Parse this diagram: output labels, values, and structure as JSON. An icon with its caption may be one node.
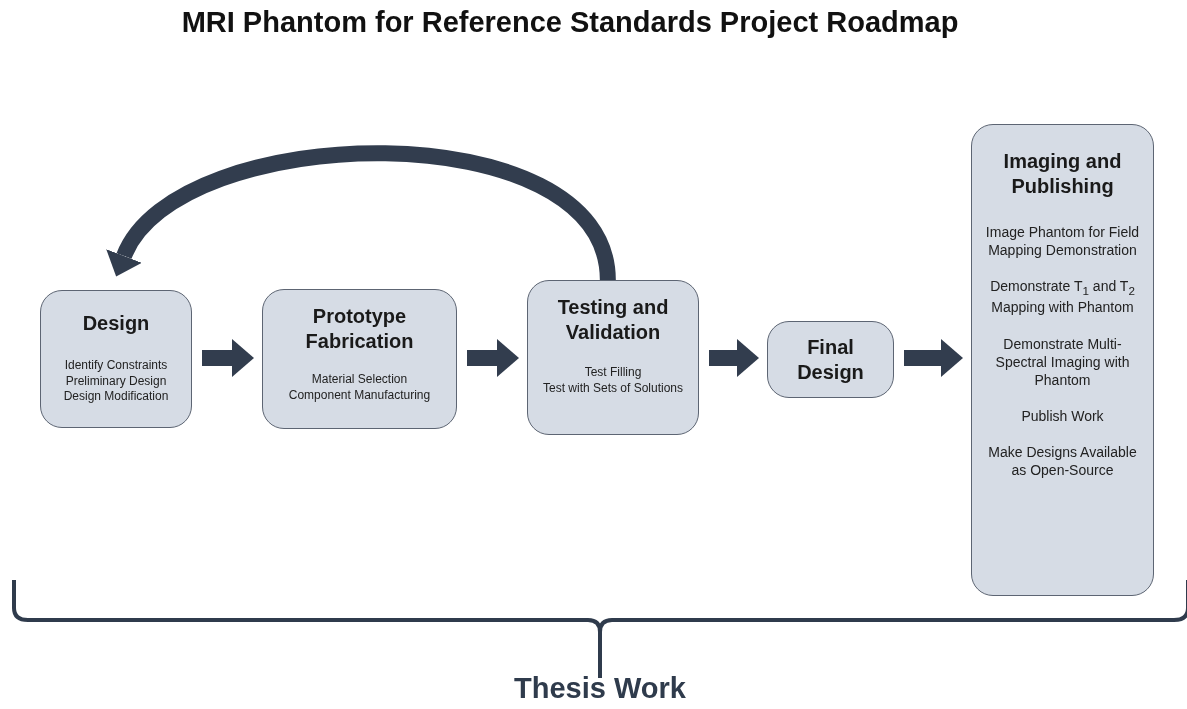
{
  "diagram": {
    "title": "MRI Phantom for Reference Standards Project Roadmap",
    "nodes": [
      {
        "text": [
          "Design",
          "Identify Constraints",
          "Preliminary Design",
          "Design Modification"
        ]
      },
      {
        "text": [
          "Prototype Fabrication",
          "Material Selection",
          "Component Manufacturing"
        ]
      },
      {
        "text": [
          "Testing and Validation",
          "Test Filling",
          "Test with Sets of Solutions"
        ]
      },
      {
        "text": [
          "Final Design"
        ]
      },
      {
        "text": [
          "Imaging and Publishing",
          "Image Phantom for Field Mapping Demonstration",
          "Demonstrate T$_{1}$ and T$_{2}$ Mapping with Phantom",
          "Demonstrate Multi-Spectral Imaging with Phantom",
          "Publish Work",
          "Make Designs Available as Open-Source"
        ]
      }
    ],
    "edges": [
      {
        "from": 0,
        "to": 1,
        "arrow": "to"
      },
      {
        "from": 1,
        "to": 2,
        "arrow": "to"
      },
      {
        "from": 2,
        "to": 3,
        "arrow": "to"
      },
      {
        "from": 3,
        "to": 4,
        "arrow": "to"
      },
      {
        "from": 2,
        "to": 0,
        "arrow": "to"
      }
    ],
    "labels": [
      "Thesis Work"
    ]
  }
}
